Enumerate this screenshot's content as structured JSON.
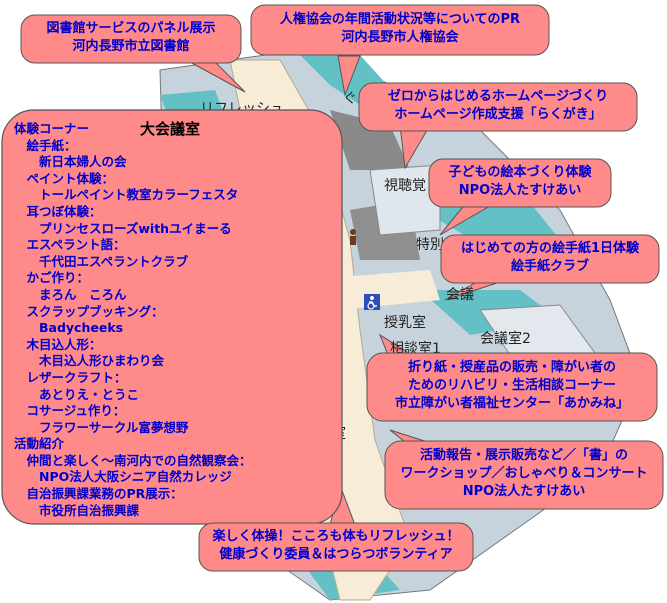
{
  "map_labels": {
    "refresh": "リフレッシュ",
    "av_room": "視聴覚",
    "special": "特別",
    "meeting": "会議",
    "nursing": "授乳室",
    "meeting2": "会議室2",
    "consult1": "相談室1",
    "japanese": "和室",
    "partial": "ぐ"
  },
  "callouts": [
    {
      "id": "library",
      "lines": [
        "図書館サービスのパネル展示",
        "河内長野市立図書館"
      ]
    },
    {
      "id": "human-rights",
      "lines": [
        "人権協会の年間活動状況等についてのPR",
        "河内長野市人権協会"
      ]
    },
    {
      "id": "homepage",
      "lines": [
        "ゼロからはじめるホームページづくり",
        "ホームページ作成支援「らくがき」"
      ]
    },
    {
      "id": "picture-book",
      "lines": [
        "子どもの絵本づくり体験",
        "NPO法人たすけあい"
      ]
    },
    {
      "id": "etegami",
      "lines": [
        "はじめての方の絵手紙1日体験",
        "絵手紙クラブ"
      ]
    },
    {
      "id": "rehab",
      "lines": [
        "折り紙・授産品の販売・障がい者の",
        "ためのリハビリ・生活相談コーナー",
        "市立障がい者福祉センター「あかみね」"
      ]
    },
    {
      "id": "concert",
      "lines": [
        "活動報告・展示販売など／「書」の",
        "ワークショップ／おしゃべり＆コンサート",
        "NPO法人たすけあい"
      ]
    },
    {
      "id": "exercise",
      "lines": [
        "楽しく体操！こころも体もリフレッシュ！",
        "健康づくり委員＆はつらつボランティア"
      ]
    }
  ],
  "big_hall": {
    "title": "大会議室",
    "rows": [
      "体験コーナー",
      "　絵手紙：",
      "　　新日本婦人の会",
      "　ペイント体験：",
      "　　トールペイント教室カラーフェスタ",
      "　耳つぼ体験：",
      "　　プリンセスローズwithユイまーる",
      "　エスペラント語：",
      "　　千代田エスペラントクラブ",
      "　かご作り：",
      "　　まろん　ころん",
      "　スクラップブッキング：",
      "　　Badycheeks",
      "　木目込人形：",
      "　　木目込人形ひまわり会",
      "　レザークラフト：",
      "　　あとりえ・とうこ",
      "　コサージュ作り：",
      "　　フラワーサークル富夢想野",
      "活動紹介",
      "　仲間と楽しく～南河内での自然観察会：",
      "　　NPO法人大阪シニア自然カレッジ",
      "　自治振興課業務のPR展示：",
      "　　市役所自治振興課"
    ]
  },
  "colors": {
    "callout_fill": "#ff8a8a",
    "callout_stroke": "#555555",
    "text": "#0000cc",
    "corridor": "#f6ecd8",
    "room": "#b9c9d8",
    "teal": "#63c1c5",
    "grey": "#8a8a8a"
  }
}
